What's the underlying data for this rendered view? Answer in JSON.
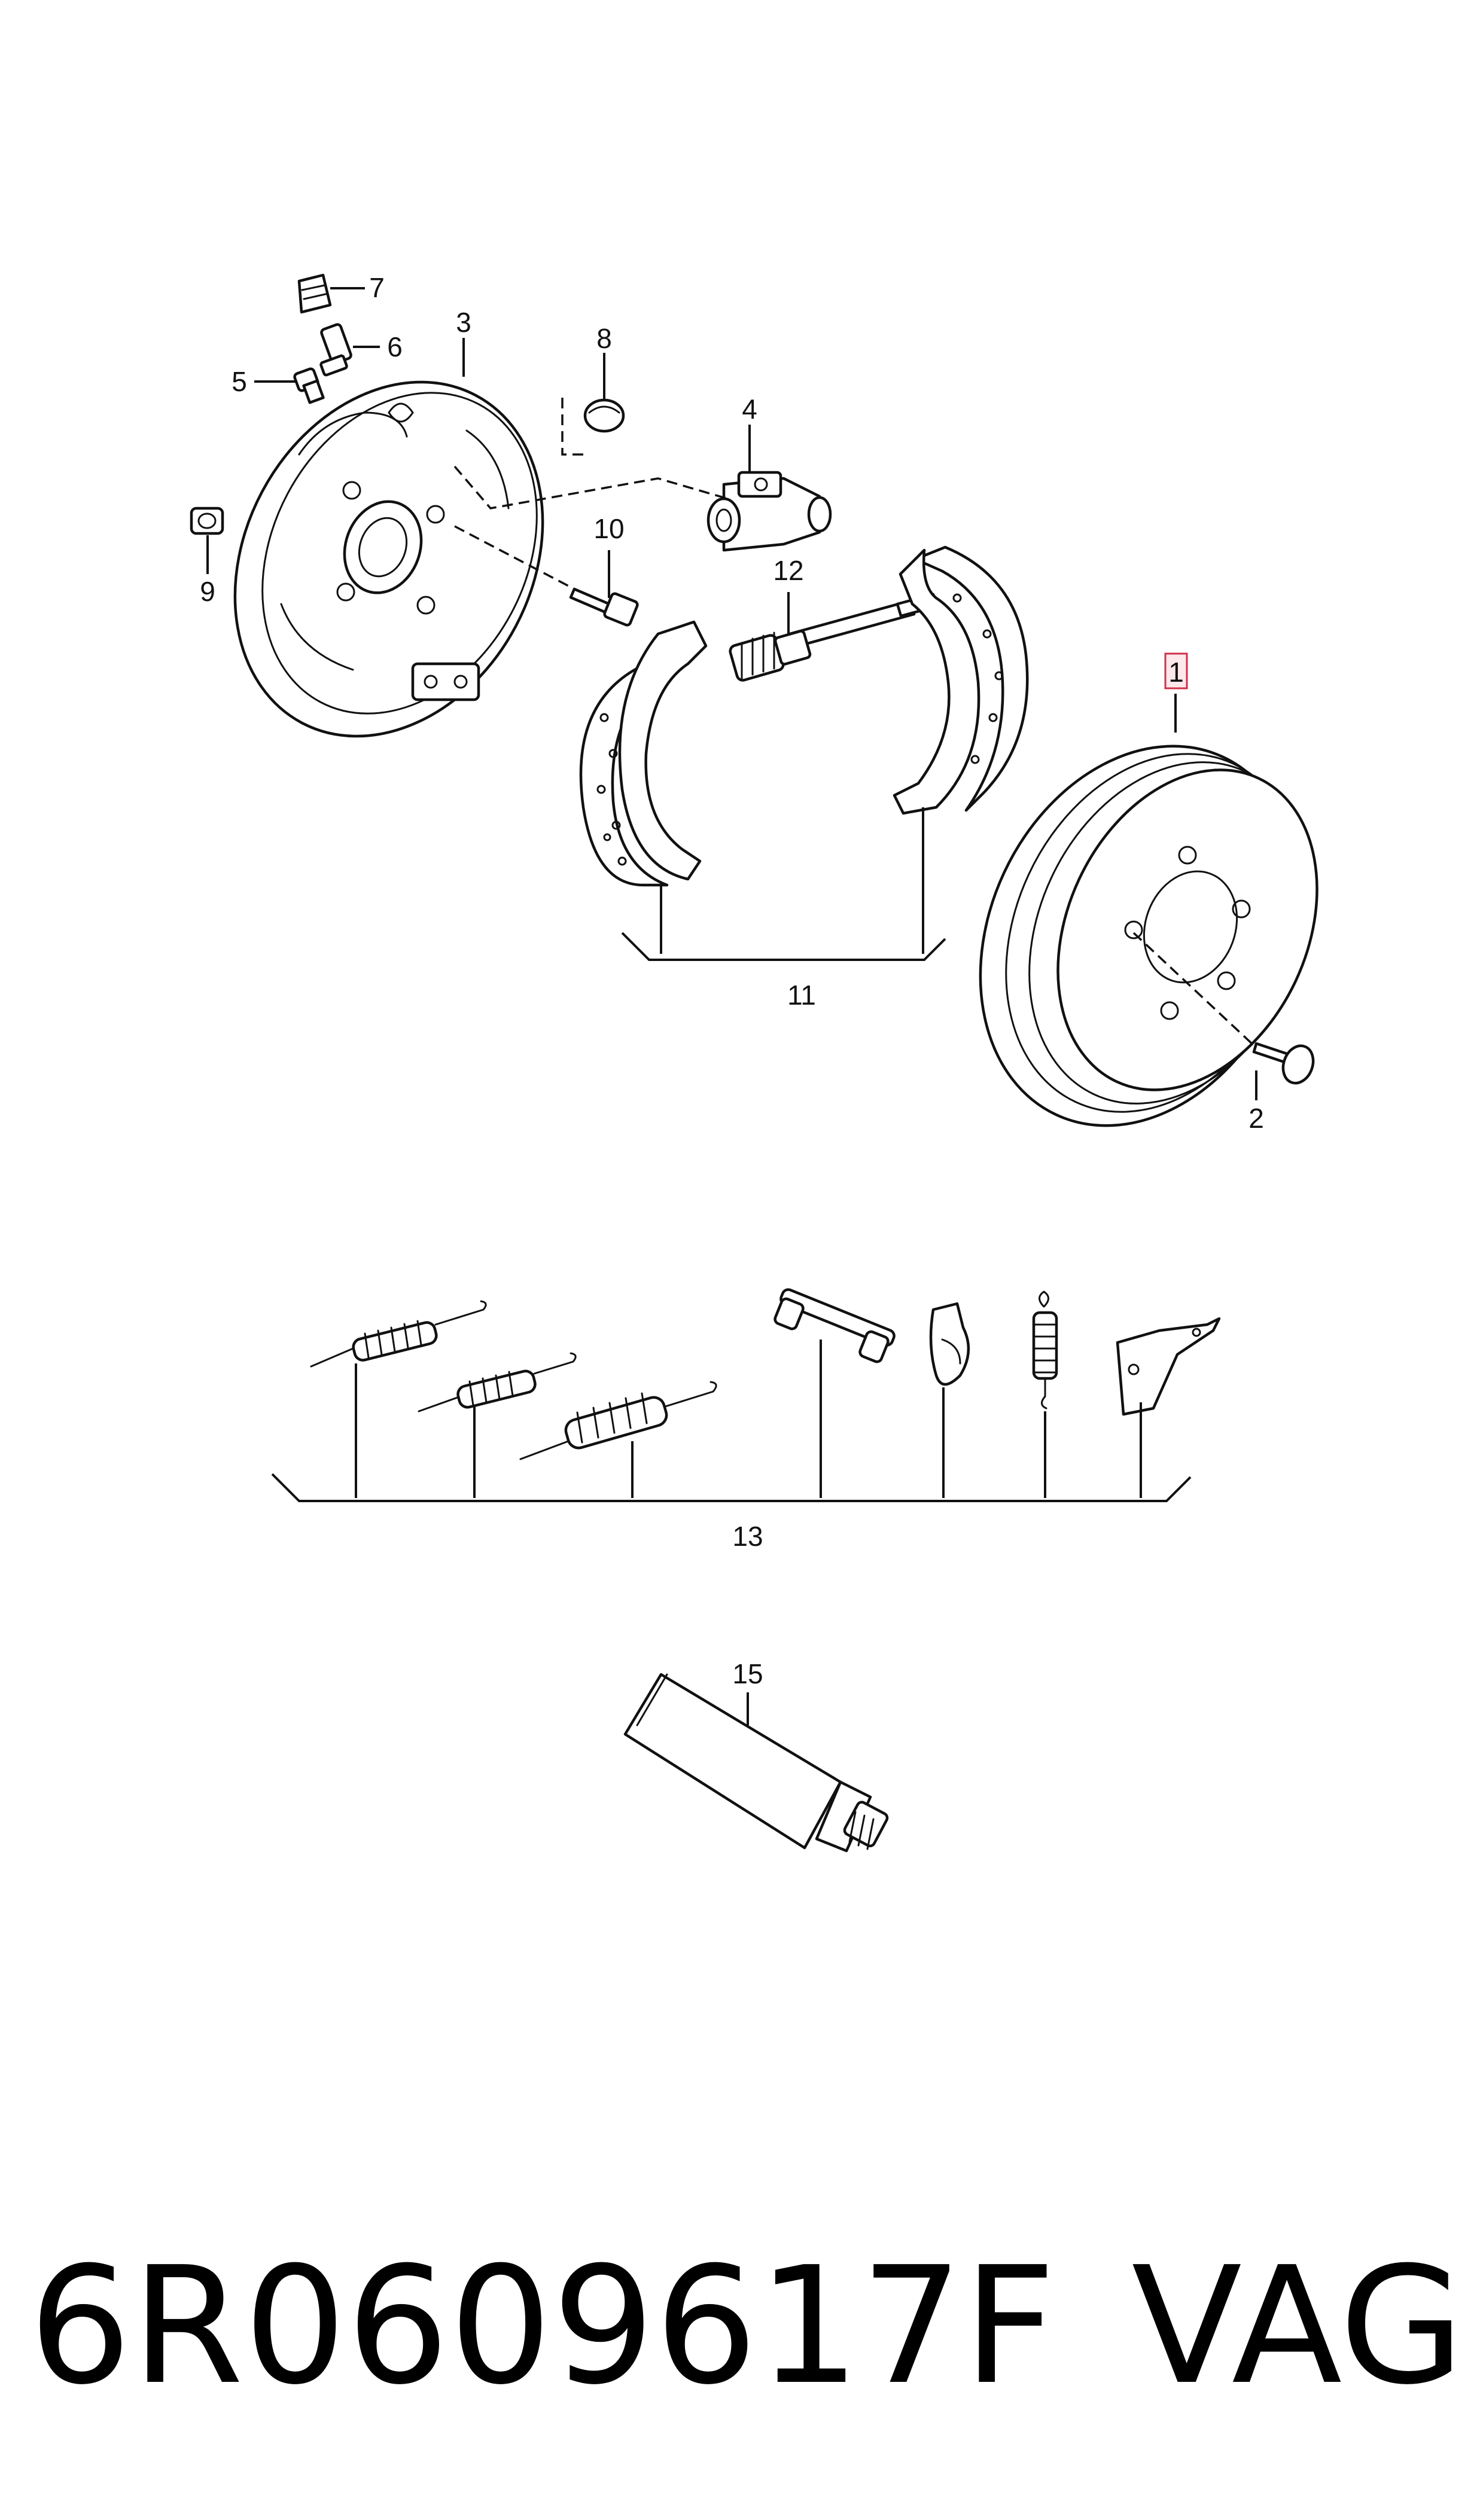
{
  "callouts": [
    {
      "id": "1",
      "label": "1",
      "highlighted": true
    },
    {
      "id": "2",
      "label": "2"
    },
    {
      "id": "3",
      "label": "3"
    },
    {
      "id": "4",
      "label": "4"
    },
    {
      "id": "5",
      "label": "5"
    },
    {
      "id": "6",
      "label": "6"
    },
    {
      "id": "7",
      "label": "7"
    },
    {
      "id": "8",
      "label": "8"
    },
    {
      "id": "9",
      "label": "9"
    },
    {
      "id": "10",
      "label": "10"
    },
    {
      "id": "11",
      "label": "11"
    },
    {
      "id": "12",
      "label": "12"
    },
    {
      "id": "13",
      "label": "13"
    },
    {
      "id": "15",
      "label": "15"
    }
  ],
  "footer": {
    "part_number": "6R0609617F",
    "brand": "VAG"
  },
  "colors": {
    "line": "#111111",
    "highlight_border": "#d0304a",
    "highlight_fill": "#fde8ec"
  }
}
